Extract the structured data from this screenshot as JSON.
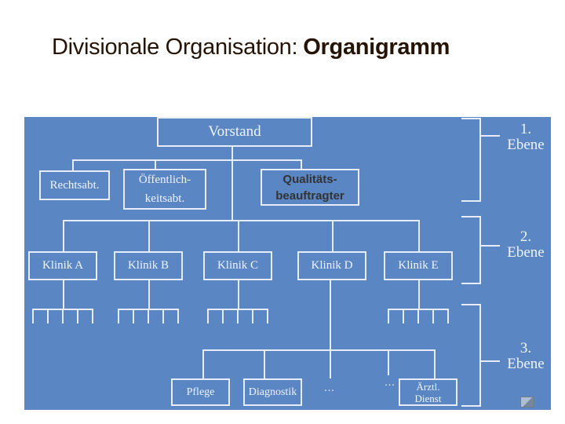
{
  "slide": {
    "title_regular": "Divisionale Organisation:",
    "title_bold": "Organigramm"
  },
  "org": {
    "vorstand": "Vorstand",
    "rechtsabt": "Rechtsabt.",
    "oeffentlich": [
      "Öffentlich-",
      "keitsabt."
    ],
    "qualitaets": [
      "Qualitäts-",
      "beauftragter"
    ],
    "kliniken": [
      "Klinik A",
      "Klinik B",
      "Klinik C",
      "Klinik D",
      "Klinik E"
    ],
    "bottom": {
      "pflege": "Pflege",
      "diagnostik": "Diagnostik",
      "dots1": "...",
      "dots2": "...",
      "aerztl": [
        "Ärztl.",
        "Dienst"
      ]
    }
  },
  "ebene_labels": [
    {
      "num": "1.",
      "word": "Ebene"
    },
    {
      "num": "2.",
      "word": "Ebene"
    },
    {
      "num": "3.",
      "word": "Ebene"
    }
  ],
  "colors": {
    "panel_blue": "#5b86c4",
    "line_white": "#e6edf8",
    "node_text": "#eff4fc",
    "title_color": "#251405",
    "staff_text": "#333333"
  }
}
